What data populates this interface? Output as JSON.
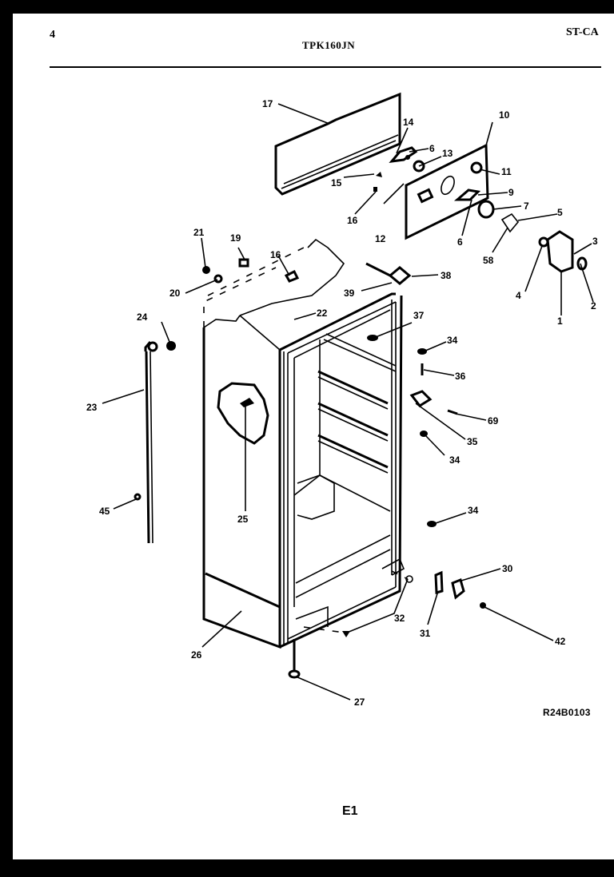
{
  "header": {
    "page_number": "4",
    "model_number": "TPK160JN",
    "section_code": "ST-CA"
  },
  "footer": {
    "drawing_ref": "R24B0103",
    "page_code": "E1"
  },
  "diagram": {
    "title": "Cabinet exploded parts view",
    "callouts": {
      "p1": "1",
      "p2": "2",
      "p3": "3",
      "p4": "4",
      "p5": "5",
      "p6": "6",
      "p6b": "6",
      "p7": "7",
      "p9": "9",
      "p10": "10",
      "p11": "11",
      "p12": "12",
      "p13": "13",
      "p14": "14",
      "p15": "15",
      "p16": "16",
      "p16b": "16",
      "p17": "17",
      "p19": "19",
      "p20": "20",
      "p21": "21",
      "p22": "22",
      "p23": "23",
      "p24": "24",
      "p25": "25",
      "p26": "26",
      "p27": "27",
      "p30": "30",
      "p31": "31",
      "p32": "32",
      "p34a": "34",
      "p34b": "34",
      "p34c": "34",
      "p35": "35",
      "p36": "36",
      "p37": "37",
      "p38": "38",
      "p39": "39",
      "p42": "42",
      "p45": "45",
      "p58": "58",
      "p69": "69"
    }
  }
}
